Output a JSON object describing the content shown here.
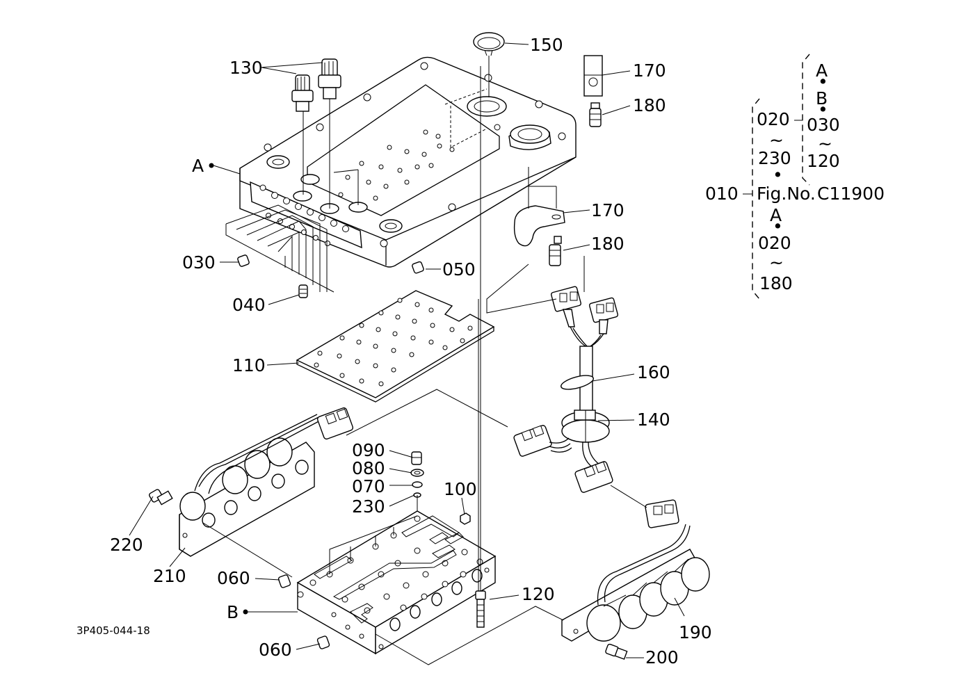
{
  "figure_code": "3P405-044-18",
  "callouts": [
    {
      "id": "150",
      "text": "150"
    },
    {
      "id": "130",
      "text": "130"
    },
    {
      "id": "170a",
      "text": "170"
    },
    {
      "id": "180a",
      "text": "180"
    },
    {
      "id": "A-top",
      "text": "A"
    },
    {
      "id": "170b",
      "text": "170"
    },
    {
      "id": "180b",
      "text": "180"
    },
    {
      "id": "030",
      "text": "030"
    },
    {
      "id": "050",
      "text": "050"
    },
    {
      "id": "040",
      "text": "040"
    },
    {
      "id": "110",
      "text": "110"
    },
    {
      "id": "160",
      "text": "160"
    },
    {
      "id": "140",
      "text": "140"
    },
    {
      "id": "090",
      "text": "090"
    },
    {
      "id": "080",
      "text": "080"
    },
    {
      "id": "070",
      "text": "070"
    },
    {
      "id": "230",
      "text": "230"
    },
    {
      "id": "100",
      "text": "100"
    },
    {
      "id": "220",
      "text": "220"
    },
    {
      "id": "210",
      "text": "210"
    },
    {
      "id": "060a",
      "text": "060"
    },
    {
      "id": "120",
      "text": "120"
    },
    {
      "id": "B-bottom",
      "text": "B"
    },
    {
      "id": "060b",
      "text": "060"
    },
    {
      "id": "190",
      "text": "190"
    },
    {
      "id": "200",
      "text": "200"
    }
  ],
  "legend": {
    "root": "010",
    "fig_label": "Fig.No.",
    "fig_number": "C11900",
    "group_a_b": {
      "head": "A",
      "sub": "B",
      "from": "030",
      "tilde": "~",
      "to": "120"
    },
    "group_main": {
      "from": "020",
      "tilde": "~",
      "to": "230"
    },
    "group_a": {
      "head": "A",
      "from": "020",
      "tilde": "~",
      "to": "180"
    },
    "dot": "•"
  }
}
